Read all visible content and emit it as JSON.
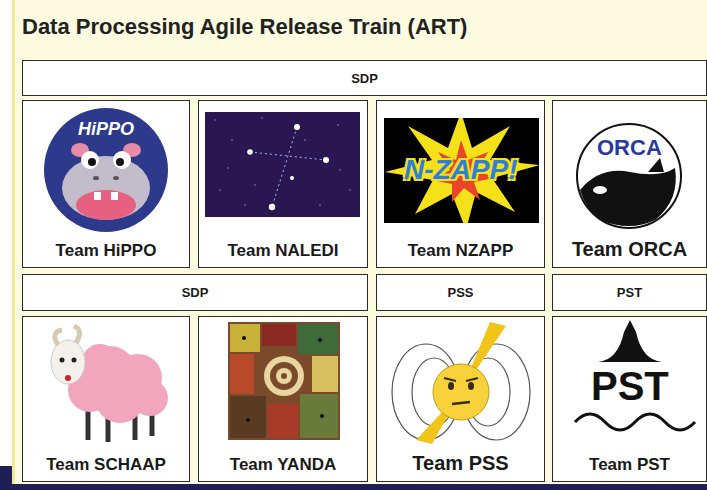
{
  "diagram": {
    "title": "Data Processing Agile Release Train (ART)",
    "nodes": [
      {
        "text": [
          "SDP"
        ]
      },
      {
        "text": [
          "Team HiPPO"
        ]
      },
      {
        "text": [
          "Team NALEDI"
        ]
      },
      {
        "text": [
          "Team NZAPP"
        ]
      },
      {
        "text": [
          "Team ORCA"
        ]
      },
      {
        "text": [
          "SDP"
        ]
      },
      {
        "text": [
          "PSS"
        ]
      },
      {
        "text": [
          "PST"
        ]
      },
      {
        "text": [
          "Team SCHAAP"
        ]
      },
      {
        "text": [
          "Team YANDA"
        ]
      },
      {
        "text": [
          "Team PSS"
        ]
      },
      {
        "text": [
          "Team PST"
        ]
      }
    ],
    "labels": [
      "HiPPO",
      "N-ZAPP!",
      "ORCA",
      "PST"
    ]
  }
}
